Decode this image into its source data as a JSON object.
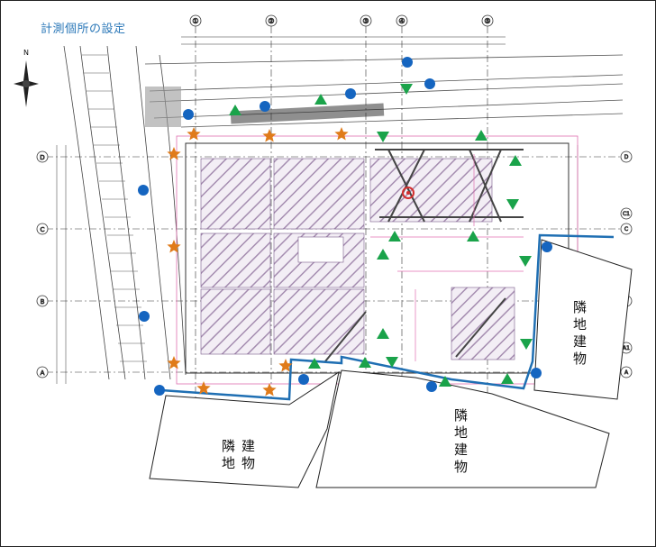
{
  "title": "計測個所の設定",
  "compass": {
    "north_label": "N"
  },
  "grid_columns": [
    "①",
    "②",
    "③",
    "④",
    "⑤"
  ],
  "grid_rows": [
    "D",
    "C",
    "B",
    "A"
  ],
  "grid_rows_right": [
    "D",
    "C1",
    "C",
    "B",
    "A1",
    "A"
  ],
  "neighbor_buildings": [
    {
      "lines": [
        "隣",
        "地",
        "建",
        "物"
      ]
    },
    {
      "lines": [
        "隣",
        "地",
        "建",
        "物"
      ]
    },
    {
      "lines": [
        "隣",
        "地",
        "建",
        "物"
      ]
    }
  ],
  "marker_legend": {
    "circle_color": "#1565c0",
    "star_color": "#e07b1a",
    "triangle_color": "#1aa34a",
    "target_color": "#d32f2f",
    "boundary_color": "#1f6fb3"
  }
}
